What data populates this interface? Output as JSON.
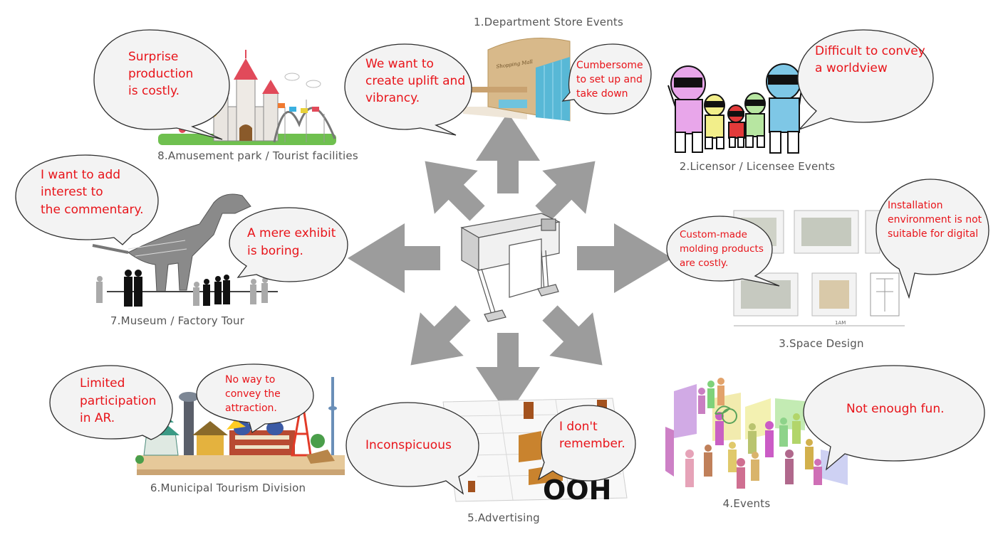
{
  "center": {
    "icon": "wide-format-printer"
  },
  "captions": {
    "c1": "1.Department Store Events",
    "c2": "2.Licensor / Licensee Events",
    "c3": "3.Space Design",
    "c4": "4.Events",
    "c5": "5.Advertising",
    "c6": "6.Municipal Tourism Division",
    "c7": "7.Museum / Factory Tour",
    "c8": "8.Amusement park / Tourist facilities"
  },
  "bubbles": {
    "b1a": [
      "We want to",
      "create uplift and",
      "vibrancy."
    ],
    "b1b": [
      "Cumbersome",
      "to set up and",
      "take down"
    ],
    "b2": [
      "Difficult to convey",
      "a worldview"
    ],
    "b3a": [
      "Custom-made",
      "molding products",
      "are costly."
    ],
    "b3b": [
      "Installation",
      "environment is not",
      "suitable for digital"
    ],
    "b4": [
      "Not enough fun."
    ],
    "b5a": [
      "Inconspicuous"
    ],
    "b5b": [
      "I don't",
      "remember."
    ],
    "b6a": [
      "Limited",
      "participation",
      "in AR."
    ],
    "b6b": [
      "No way to",
      "convey the",
      "attraction."
    ],
    "b7a": [
      "I want to add",
      "interest to",
      "the commentary."
    ],
    "b7b": [
      "A mere exhibit",
      "is boring."
    ],
    "b8": [
      "Surprise",
      "production",
      "is costly."
    ]
  },
  "labels": {
    "mall_sign": "Shopping Mall",
    "ooh": "OOH",
    "floorplan_tag": "1AM"
  },
  "colors": {
    "arrow": "#9c9c9c",
    "bubble_fill": "#f3f3f3",
    "bubble_text": "#e8141a",
    "caption": "#555555"
  }
}
